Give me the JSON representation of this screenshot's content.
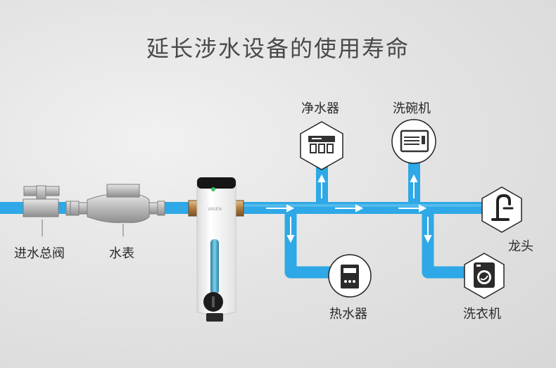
{
  "title": "延长涉水设备的使用寿命",
  "colors": {
    "pipe": "#2ea8e6",
    "pipe_light": "#6cc6f0",
    "device_border": "#222222",
    "label": "#2a2a2a"
  },
  "filter_brand": "VASEN",
  "labels": {
    "main_valve": "进水总阀",
    "water_meter": "水表",
    "purifier": "净水器",
    "dishwasher": "洗碗机",
    "faucet": "龙头",
    "water_heater": "热水器",
    "washing_machine": "洗衣机"
  },
  "icons": {
    "purifier": "water-purifier-icon",
    "dishwasher": "dishwasher-icon",
    "faucet": "faucet-icon",
    "water_heater": "water-heater-icon",
    "washing_machine": "washing-machine-icon"
  }
}
